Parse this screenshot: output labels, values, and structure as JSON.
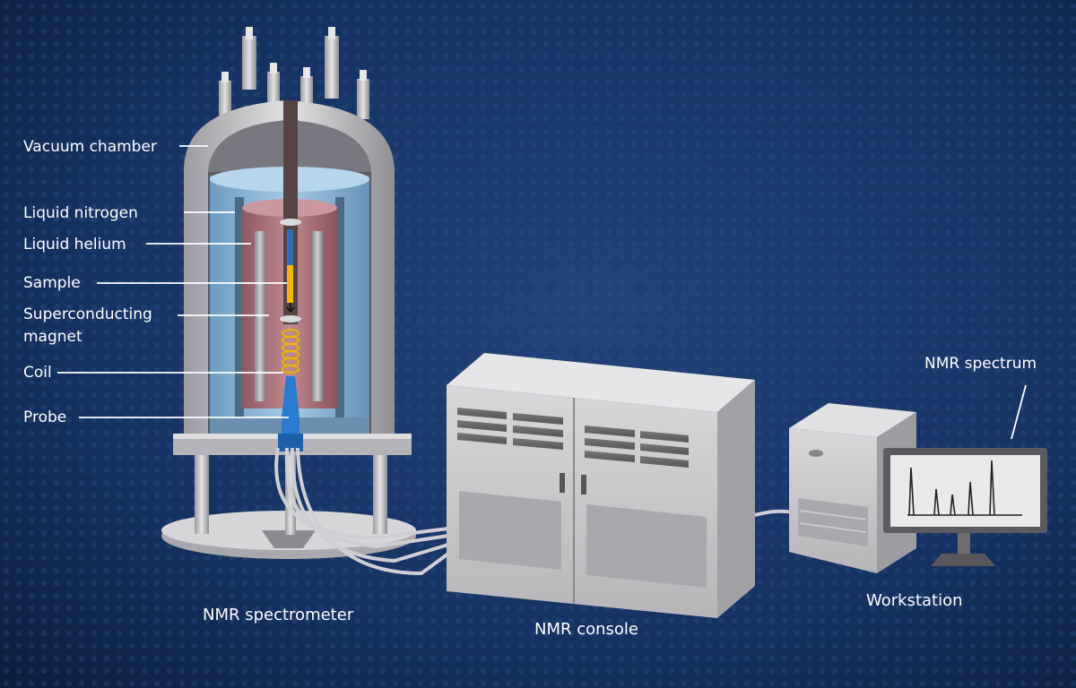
{
  "labels": {
    "vacuum_chamber": "Vacuum chamber",
    "liquid_nitrogen": "Liquid nitrogen",
    "liquid_helium": "Liquid helium",
    "sample": "Sample",
    "superconducting_line1": "Superconducting",
    "superconducting_line2": "magnet",
    "coil": "Coil",
    "probe": "Probe",
    "nmr_spectrum": "NMR spectrum"
  },
  "captions": {
    "spectrometer": "NMR spectrometer",
    "console": "NMR console",
    "workstation": "Workstation"
  },
  "icons": [
    "spectrometer-icon",
    "console-icon",
    "workstation-icon",
    "monitor-icon",
    "spectrum-peaks-icon"
  ],
  "colors": {
    "background": "#0f2245",
    "nitrogen": "#7aa7c9",
    "helium": "#a86a76",
    "sample": "#f2b400",
    "probe": "#2a7ad0",
    "metal": "#c9c9cb"
  }
}
